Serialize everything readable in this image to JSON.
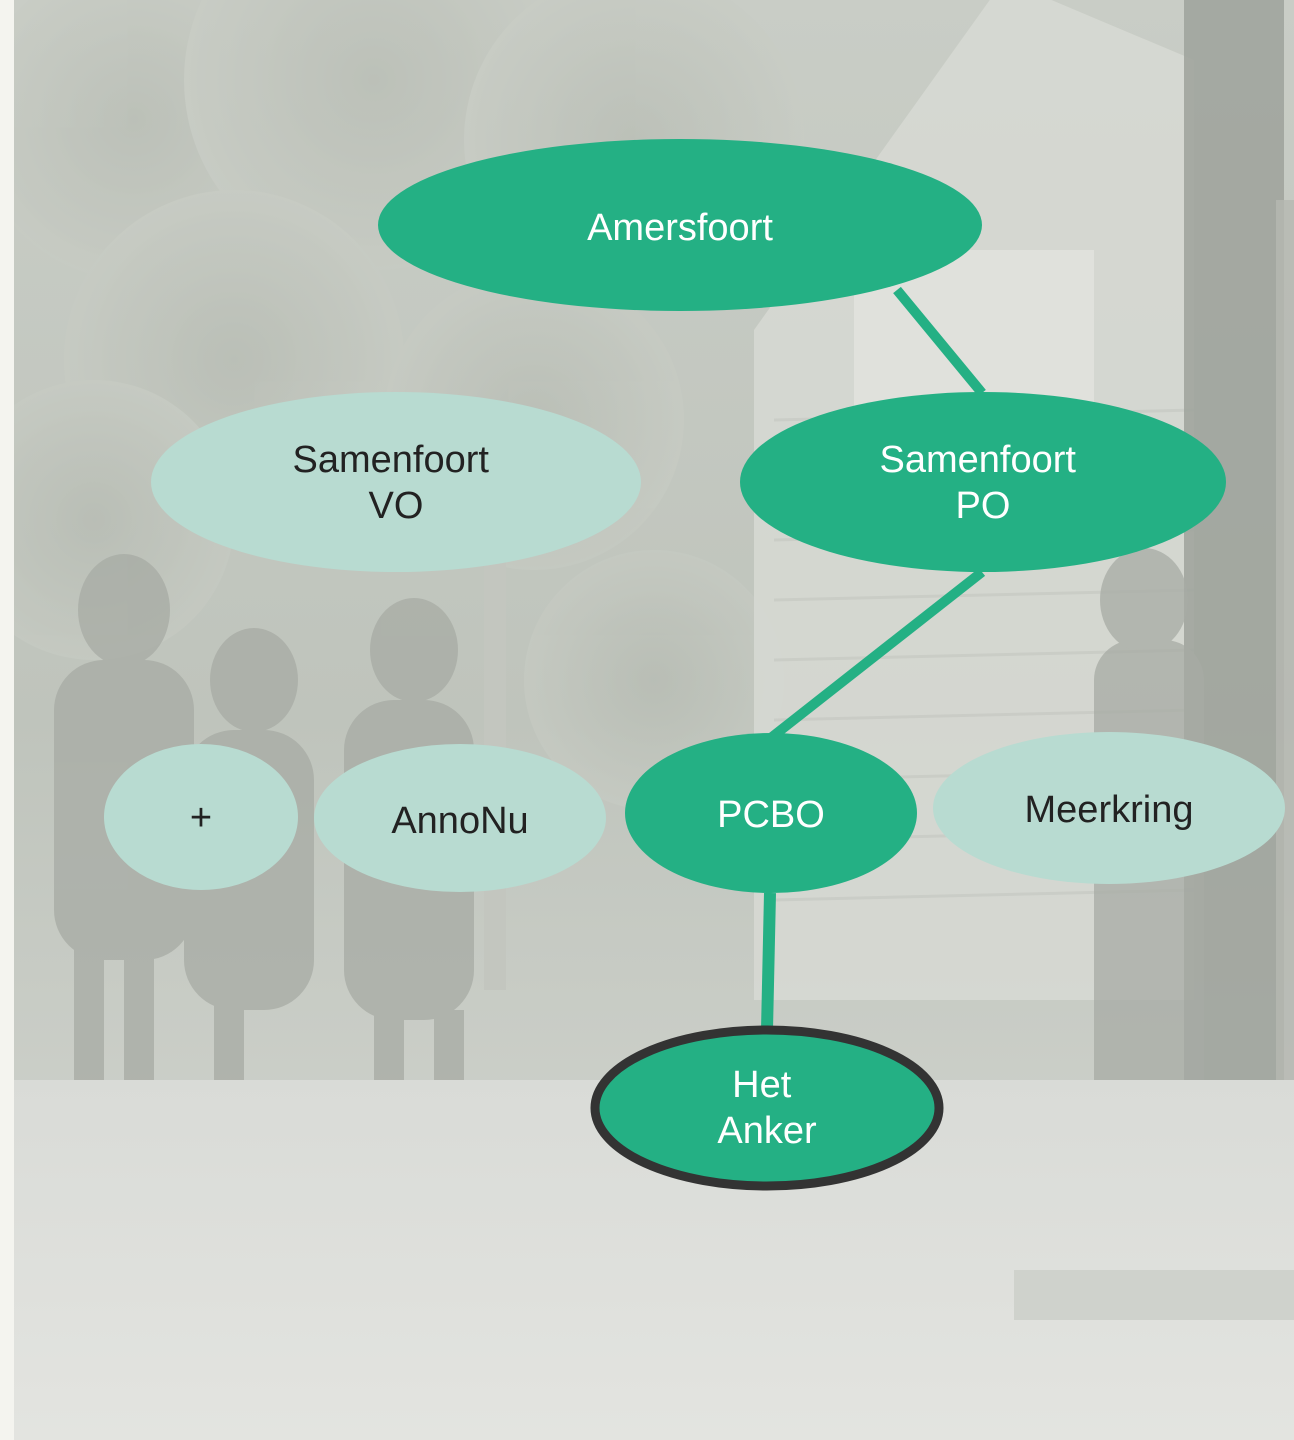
{
  "background": {
    "kind": "photo",
    "description_icon": "schoolyard-photo",
    "tone": "#cfd3cd"
  },
  "colors": {
    "active": "#24b084",
    "inactive": "#b8dbd1",
    "edge": "#24b084",
    "highlight_border": "#333333",
    "active_text": "#ffffff",
    "inactive_text": "#222222"
  },
  "nodes": {
    "amersfoort": {
      "lines": [
        "Amersfoort"
      ],
      "state": "active"
    },
    "samenfoort_vo": {
      "lines": [
        "Samenfoort",
        "VO"
      ],
      "state": "inactive"
    },
    "samenfoort_po": {
      "lines": [
        "Samenfoort",
        "PO"
      ],
      "state": "active"
    },
    "plus": {
      "lines": [
        "+"
      ],
      "state": "inactive"
    },
    "annonu": {
      "lines": [
        "AnnoNu"
      ],
      "state": "inactive"
    },
    "pcbo": {
      "lines": [
        "PCBO"
      ],
      "state": "active"
    },
    "meerkring": {
      "lines": [
        "Meerkring"
      ],
      "state": "inactive"
    },
    "het_anker": {
      "lines": [
        "Het",
        "Anker"
      ],
      "state": "selected"
    }
  },
  "edges": [
    {
      "from": "amersfoort",
      "to": "samenfoort_po"
    },
    {
      "from": "samenfoort_po",
      "to": "pcbo"
    },
    {
      "from": "pcbo",
      "to": "het_anker"
    }
  ]
}
